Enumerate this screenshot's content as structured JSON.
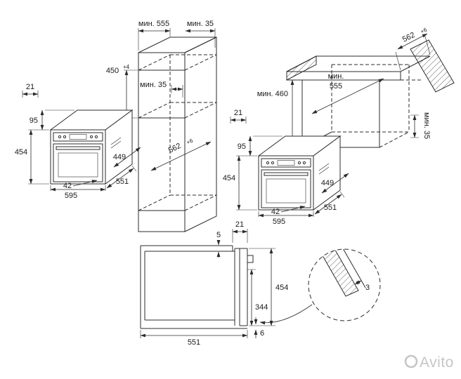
{
  "diagram": {
    "tall_cabinet": {
      "min_depth": "мин. 555",
      "min_gap_top": "мин. 35",
      "niche_height": "450",
      "niche_height_tol": "+4",
      "min_gap_inner": "мин. 35",
      "niche_depth": "562",
      "niche_depth_tol": "+6"
    },
    "oven_left": {
      "top_offset": "21",
      "panel_height": "95",
      "height": "454",
      "door_depth": "42",
      "body_depth": "449",
      "width": "595",
      "depth": "551"
    },
    "counter_cabinet": {
      "worktop_depth": "562",
      "worktop_depth_tol": "+6",
      "min_height": "мин. 460",
      "min_depth_line1": "мин.",
      "min_depth_line2": "555",
      "min_side_gap": "мин. 35"
    },
    "oven_right": {
      "top_offset": "21",
      "panel_height": "95",
      "height": "454",
      "door_depth": "42",
      "body_depth": "449",
      "width": "595",
      "depth": "551"
    },
    "section": {
      "front_protrusion": "21",
      "top_gap": "5",
      "height": "454",
      "rear_height": "344",
      "depth": "551",
      "bottom_gap": "6"
    },
    "detail": {
      "gap": "3"
    },
    "watermark": "Avito",
    "colors": {
      "line": "#2b2b2b",
      "watermark": "#c6c6c6"
    }
  }
}
